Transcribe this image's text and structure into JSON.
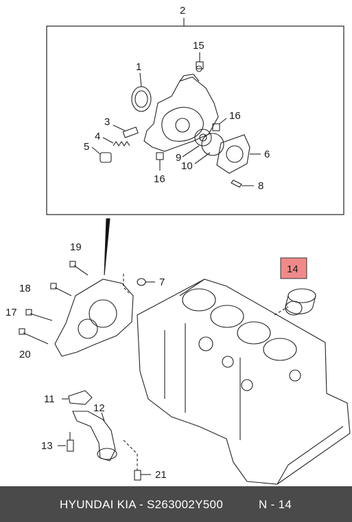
{
  "diagram": {
    "top_assembly_label": "2",
    "callouts": {
      "c1": "1",
      "c3": "3",
      "c4": "4",
      "c5": "5",
      "c6": "6",
      "c7": "7",
      "c8": "8",
      "c9": "9",
      "c10": "10",
      "c11": "11",
      "c12": "12",
      "c13": "13",
      "c14": "14",
      "c15": "15",
      "c16a": "16",
      "c16b": "16",
      "c17": "17",
      "c18": "18",
      "c19": "19",
      "c20": "20",
      "c21": "21"
    },
    "highlight_color": "#f08a8a"
  },
  "footer": {
    "brand": "HYUNDAI  KIA - S263002Y500",
    "page": "N - 14"
  }
}
